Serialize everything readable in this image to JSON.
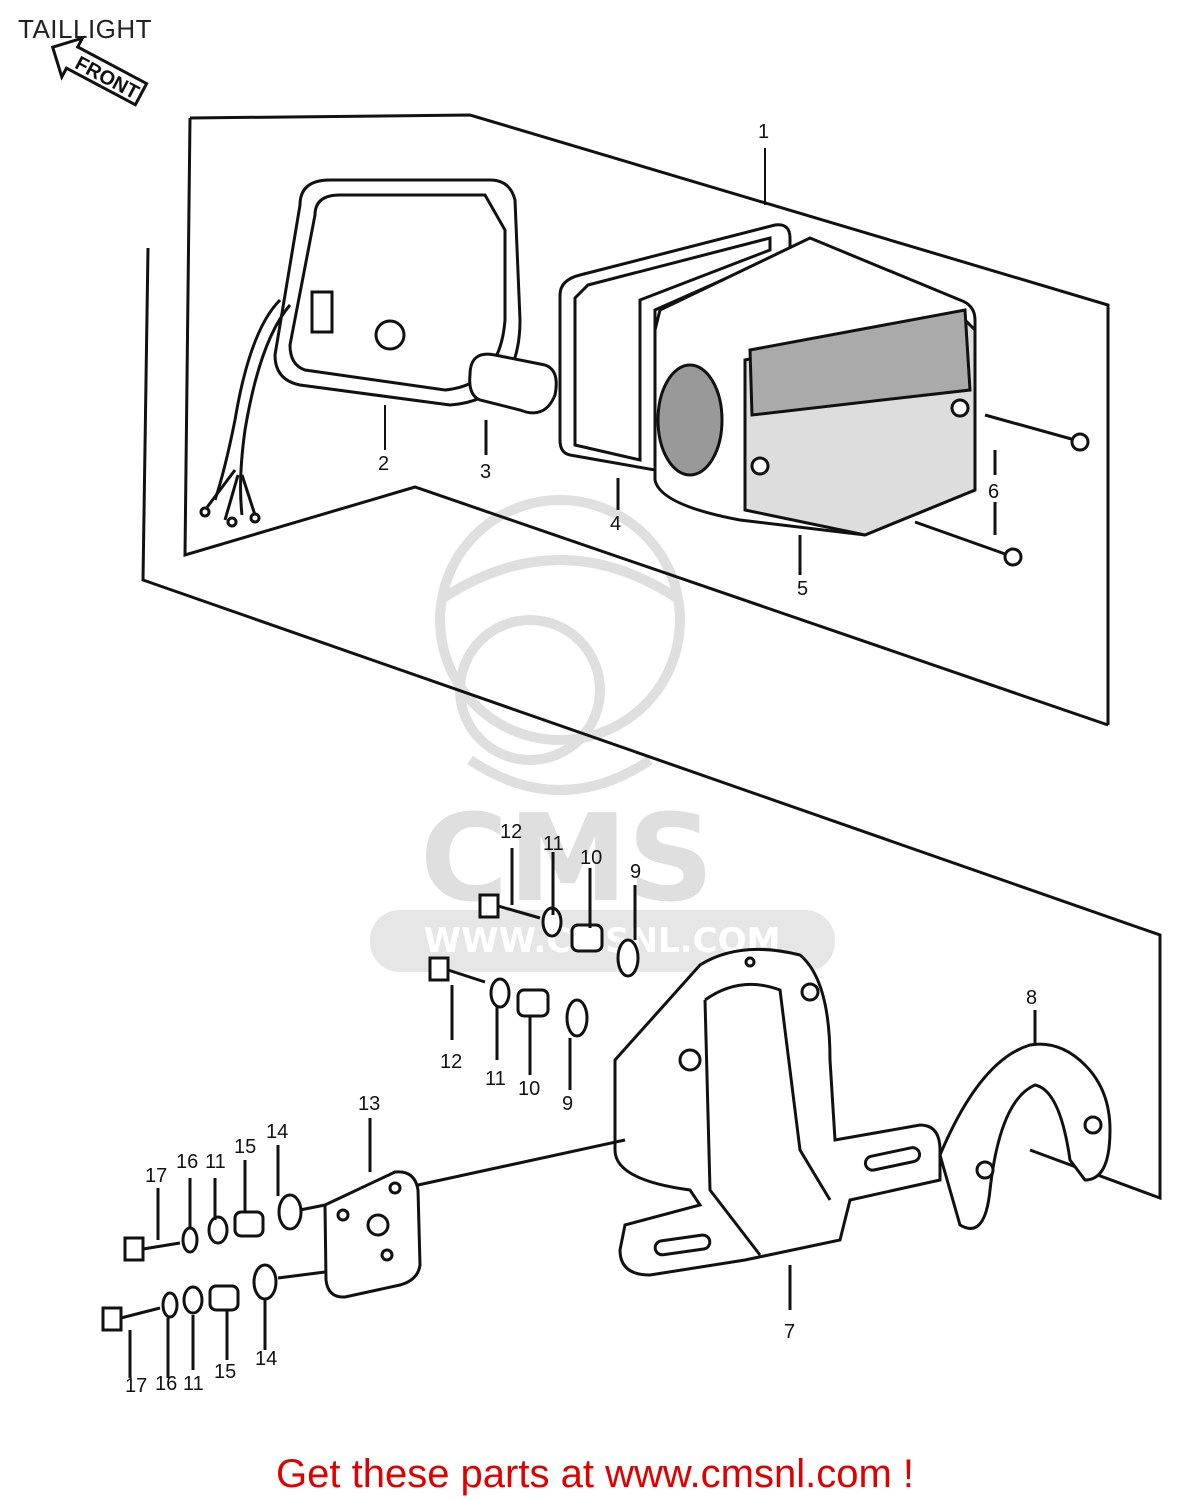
{
  "header": {
    "title": "TAILLIGHT"
  },
  "front_arrow": {
    "label": "FRONT",
    "icon": "front-arrow-icon"
  },
  "watermark": {
    "text": "CMS",
    "url": "WWW.CMSNL.COM",
    "icon": "mascot-icon"
  },
  "footer": {
    "text": "Get these parts at www.cmsnl.com !",
    "color": "#e00000"
  },
  "callouts": [
    "1",
    "2",
    "3",
    "4",
    "5",
    "6",
    "7",
    "8",
    "9",
    "9",
    "10",
    "10",
    "11",
    "11",
    "11",
    "11",
    "12",
    "12",
    "13",
    "14",
    "14",
    "15",
    "15",
    "16",
    "16",
    "17",
    "17"
  ]
}
